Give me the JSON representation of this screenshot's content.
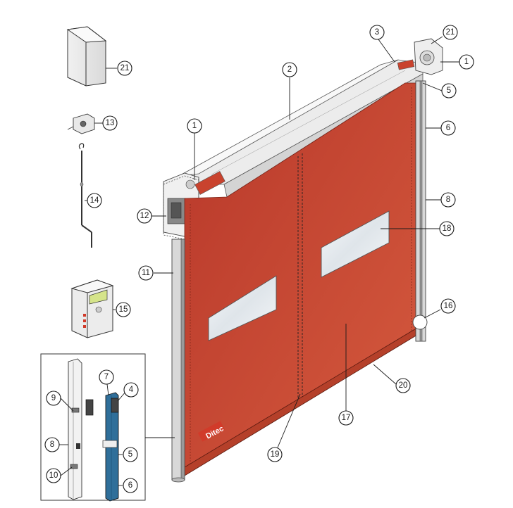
{
  "brand_label": "Ditec",
  "colors": {
    "curtain": "#c9432e",
    "curtain_dark": "#a83322",
    "frame": "#d8d8d8",
    "frame_dark": "#8a8a8a",
    "window": "#e9eef2",
    "blue_rail": "#2f6f9a"
  },
  "callouts": {
    "c21_box": "21",
    "c13": "13",
    "c14": "14",
    "c12": "12",
    "c11": "11",
    "c15": "15",
    "c1_left": "1",
    "c2": "2",
    "c3": "3",
    "c21_top": "21",
    "c1_right": "1",
    "c5_top": "5",
    "c6_right": "6",
    "c8_right": "8",
    "c18": "18",
    "c16": "16",
    "c20": "20",
    "c17": "17",
    "c19": "19",
    "c7": "7",
    "c4": "4",
    "c9": "9",
    "c8_inset": "8",
    "c5_inset": "5",
    "c10": "10",
    "c6_inset": "6"
  }
}
